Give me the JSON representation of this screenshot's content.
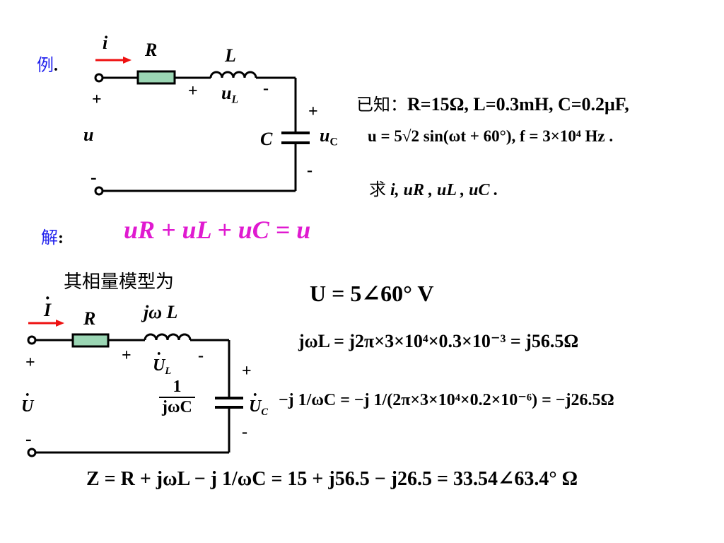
{
  "example": {
    "label": "例",
    "dot": ".",
    "circuit": {
      "current": "i",
      "resistor": "R",
      "inductor": "L",
      "uL_plus": "+",
      "uL_var": "u",
      "uL_sub": "L",
      "uL_minus": "-",
      "u_plus": "+",
      "u_var": "u",
      "u_minus": "-",
      "capacitor": "C",
      "uC_plus": "+",
      "uC_var": "u",
      "uC_sub": "C",
      "uC_minus": "-"
    },
    "given_label": "已知：",
    "given_values": "R=15Ω, L=0.3mH, C=0.2μF,",
    "given_expr": "u = 5√2 sin(ωt + 60°),   f = 3×10⁴ Hz .",
    "ask_label": "求",
    "ask_items": "i, uR , uL , uC ."
  },
  "solution": {
    "label": "解",
    "colon": ":",
    "kvl": "uR + uL + uC = u",
    "phasor_title": "其相量模型为",
    "phasor_circuit": {
      "current": "I",
      "resistor": "R",
      "inductor_prefix": "j",
      "inductor_omega": "ω",
      "inductor_L": "L",
      "uL_plus": "+",
      "uL_var": "U",
      "uL_sub": "L",
      "uL_minus": "-",
      "u_plus": "+",
      "u_var": "U",
      "u_minus": "-",
      "cap_num": "1",
      "cap_den": "jωC",
      "uC_plus": "+",
      "uC_var": "U",
      "uC_sub": "C",
      "uC_minus": "-"
    },
    "eq1": "U = 5∠60° V",
    "eq2": "jωL = j2π×3×10⁴×0.3×10⁻³ = j56.5Ω",
    "eq3": "−j 1/ωC = −j 1/(2π×3×10⁴×0.2×10⁻⁶) = −j26.5Ω",
    "eq4": "Z = R + jωL − j 1/ωC = 15 + j56.5 − j26.5 = 33.54∠63.4° Ω"
  },
  "colors": {
    "label_blue": "#2222ee",
    "kvl_magenta": "#e01ad0",
    "arrow_red": "#ee1111",
    "resistor_fill": "#9bd6b4"
  }
}
